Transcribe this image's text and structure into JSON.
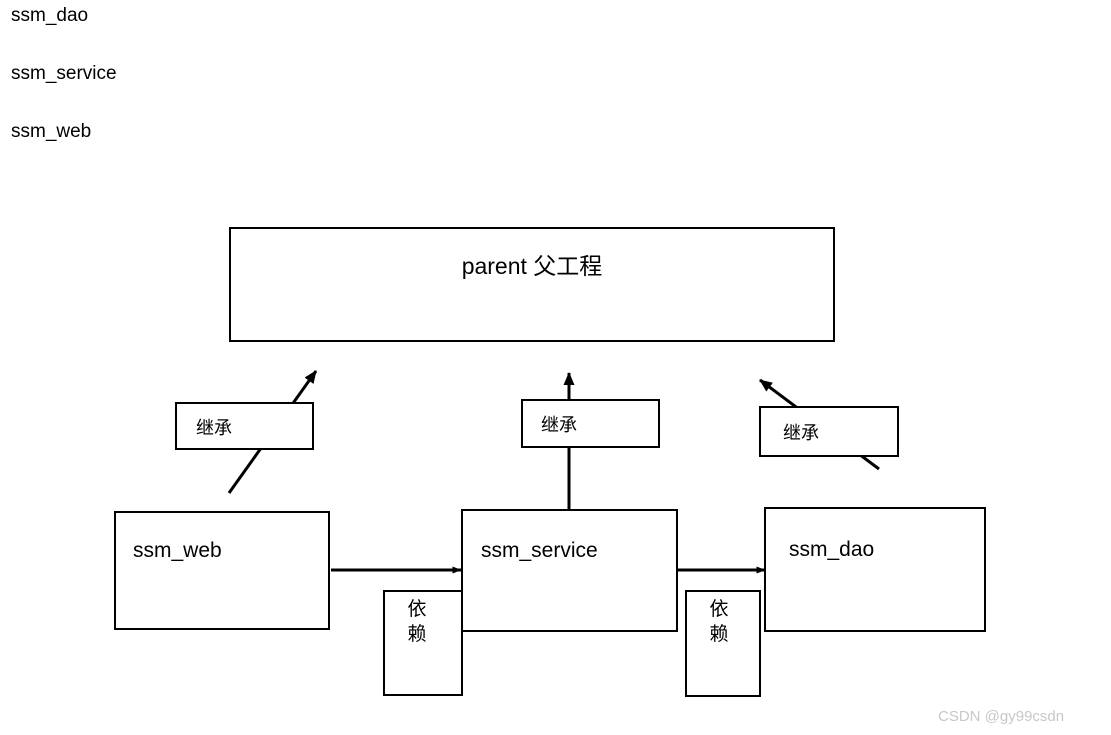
{
  "legend": {
    "items": [
      {
        "label": "ssm_dao"
      },
      {
        "label": "ssm_service"
      },
      {
        "label": "ssm_web"
      }
    ]
  },
  "diagram": {
    "type": "maven-module-dependency-diagram",
    "parent": {
      "label": "parent 父工程"
    },
    "modules": [
      {
        "id": "ssm_web",
        "label": "ssm_web"
      },
      {
        "id": "ssm_service",
        "label": "ssm_service"
      },
      {
        "id": "ssm_dao",
        "label": "ssm_dao"
      }
    ],
    "inherit_labels": [
      {
        "label": "继承",
        "from": "ssm_web",
        "to": "parent"
      },
      {
        "label": "继承",
        "from": "ssm_service",
        "to": "parent"
      },
      {
        "label": "继承",
        "from": "ssm_dao",
        "to": "parent"
      }
    ],
    "dependency_labels": [
      {
        "label": "依赖",
        "from": "ssm_web",
        "to": "ssm_service"
      },
      {
        "label": "依赖",
        "from": "ssm_service",
        "to": "ssm_dao"
      }
    ],
    "colors": {
      "stroke": "#000000",
      "background": "#ffffff",
      "text": "#000000",
      "watermark": "#c8c8c8"
    }
  },
  "watermark": {
    "text": "CSDN @gy99csdn"
  }
}
